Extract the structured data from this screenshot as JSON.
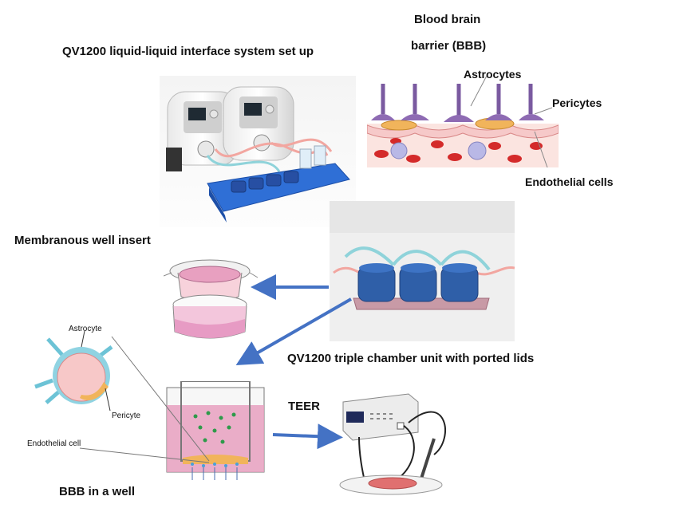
{
  "labels": {
    "setup_title": "QV1200 liquid-liquid interface system set up",
    "bbb_title_line1": "Blood brain",
    "bbb_title_line2": "barrier (BBB)",
    "astrocytes": "Astrocytes",
    "pericytes": "Pericytes",
    "endothelial_cells": "Endothelial cells",
    "membranous_insert": "Membranous  well insert",
    "triple_chamber": "QV1200  triple chamber  unit with ported  lids",
    "teer": "TEER",
    "bbb_in_well": "BBB in a well",
    "astrocyte": "Astrocyte",
    "pericyte": "Pericyte",
    "endothelial_cell": "Endothelial cell"
  },
  "colors": {
    "arrow": "#4472c4",
    "astrocyte_purple": "#8e6bb3",
    "pericyte_orange": "#f1b45b",
    "endothelial_pink": "#f6c9c9",
    "blood_red": "#d42a2a",
    "tray_blue": "#2f6fd6",
    "medium_pink": "#e8a0c0"
  },
  "icons": {
    "pump": "peristaltic-pump-icon",
    "chamber": "triple-chamber-icon",
    "insert": "well-insert-icon",
    "meter": "teer-meter-icon"
  }
}
